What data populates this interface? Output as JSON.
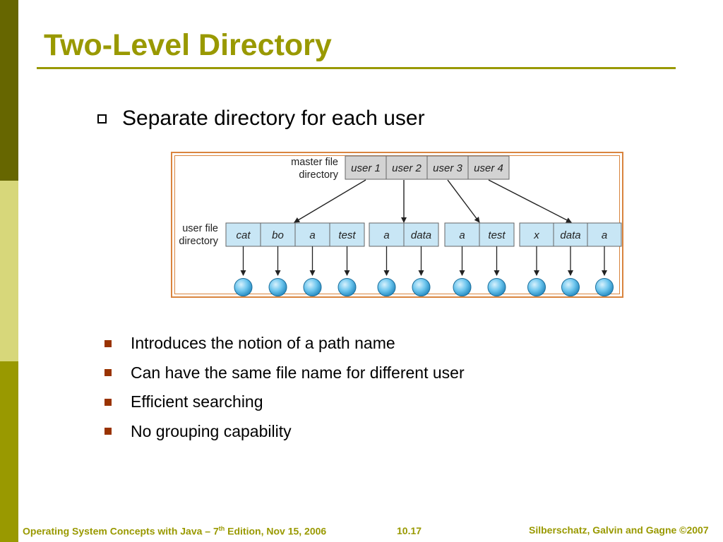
{
  "slide": {
    "title": "Two-Level Directory",
    "main_bullet": "Separate directory for each user"
  },
  "diagram": {
    "master_label_line1": "master file",
    "master_label_line2": "directory",
    "user_label_line1": "user file",
    "user_label_line2": "directory",
    "users": [
      "user 1",
      "user 2",
      "user 3",
      "user 4"
    ],
    "user_directories": [
      [
        "cat",
        "bo",
        "a",
        "test"
      ],
      [
        "a",
        "data"
      ],
      [
        "a",
        "test"
      ],
      [
        "x",
        "data",
        "a"
      ]
    ]
  },
  "bullets": [
    "Introduces the notion of a path name",
    "Can have the same file name for different user",
    "Efficient searching",
    "No grouping capability"
  ],
  "footer": {
    "left_pre": "Operating System Concepts with Java – 7",
    "left_sup": "th",
    "left_post": " Edition, Nov 15, 2006",
    "page": "10.17",
    "right": "Silberschatz, Galvin and Gagne ©2007"
  },
  "colors": {
    "accent": "#999900",
    "sidebar_dark": "#666600",
    "sidebar_light": "#d7d77a",
    "bullet": "#993300",
    "frame": "#d9843e",
    "master_cell": "#d3d3d3",
    "user_cell": "#c8e6f5",
    "file_node": "#6ec6ee"
  }
}
